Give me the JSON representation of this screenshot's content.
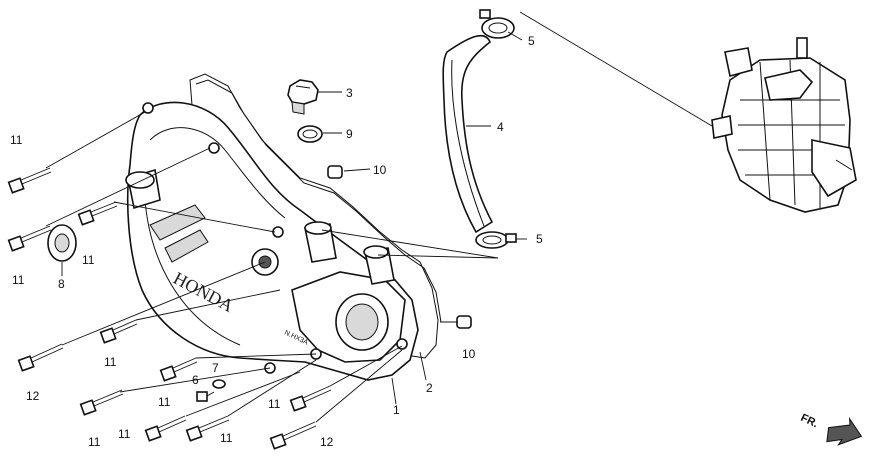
{
  "callouts": [
    {
      "id": "c1",
      "text": "1"
    },
    {
      "id": "c2",
      "text": "2"
    },
    {
      "id": "c3",
      "text": "3"
    },
    {
      "id": "c4",
      "text": "4"
    },
    {
      "id": "c5a",
      "text": "5"
    },
    {
      "id": "c5b",
      "text": "5"
    },
    {
      "id": "c6",
      "text": "6"
    },
    {
      "id": "c7",
      "text": "7"
    },
    {
      "id": "c8",
      "text": "8"
    },
    {
      "id": "c9",
      "text": "9"
    },
    {
      "id": "c10a",
      "text": "10"
    },
    {
      "id": "c10b",
      "text": "10"
    },
    {
      "id": "c11a",
      "text": "11"
    },
    {
      "id": "c11b",
      "text": "11"
    },
    {
      "id": "c11c",
      "text": "11"
    },
    {
      "id": "c11d",
      "text": "11"
    },
    {
      "id": "c11e",
      "text": "11"
    },
    {
      "id": "c11f",
      "text": "11"
    },
    {
      "id": "c11g",
      "text": "11"
    },
    {
      "id": "c11h",
      "text": "11"
    },
    {
      "id": "c11i",
      "text": "11"
    },
    {
      "id": "c12a",
      "text": "12"
    },
    {
      "id": "c12b",
      "text": "12"
    }
  ],
  "cover_emblem": "HONDA",
  "small_marking": "N.HX3A",
  "direction_label": "FR."
}
